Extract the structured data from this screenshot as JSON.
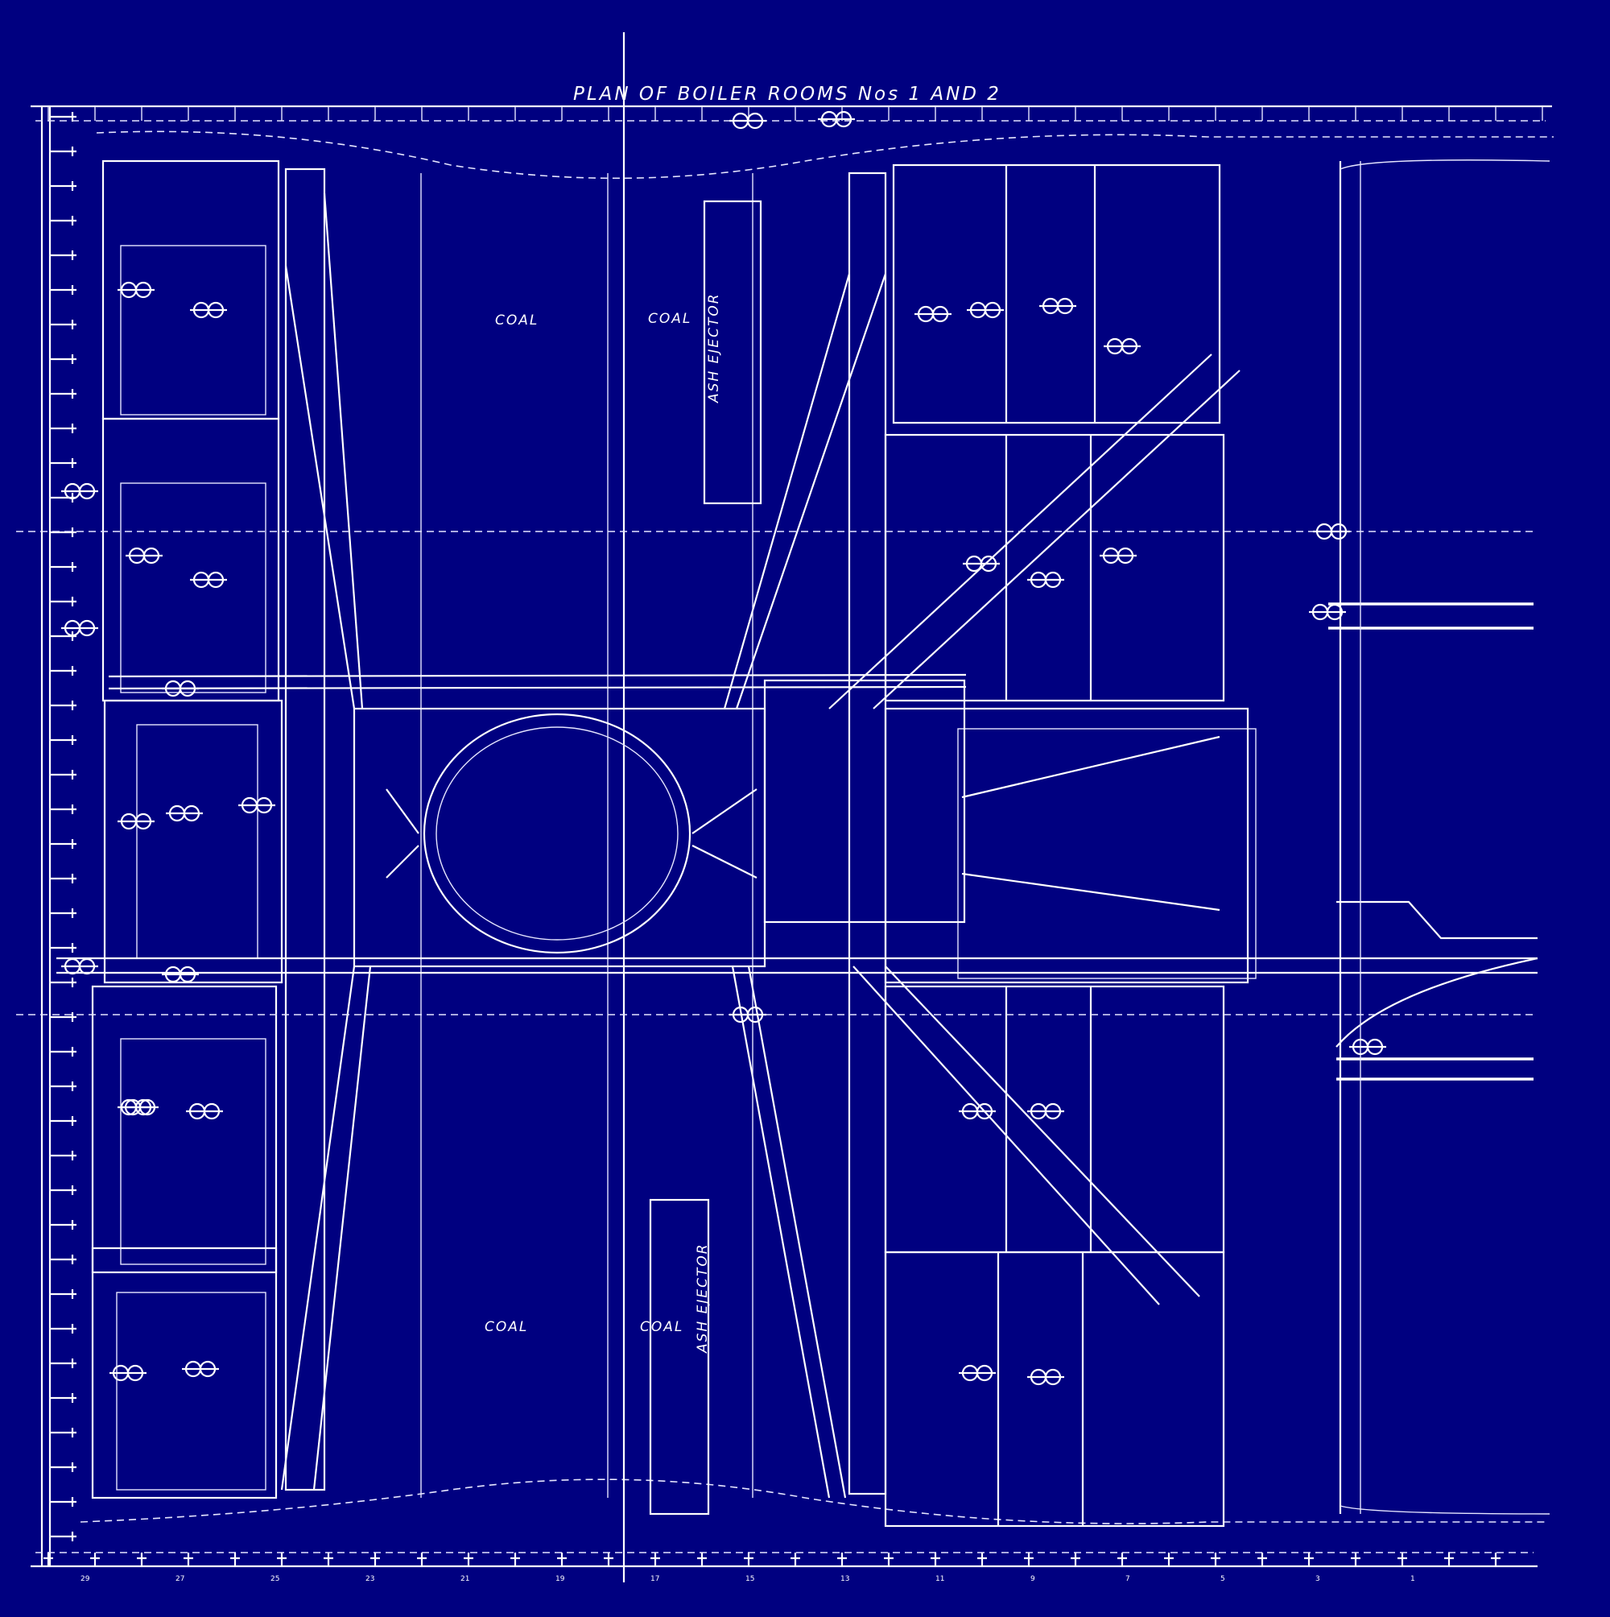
{
  "title": "PLAN OF BOILER ROOMS  Nos 1 AND 2",
  "labels": {
    "coal_top_left": "COAL",
    "coal_top_right": "COAL",
    "ash_ejector_top": "ASH EJECTOR",
    "coal_bottom_left": "COAL",
    "coal_bottom_right": "COAL",
    "ash_ejector_bottom": "ASH EJECTOR"
  },
  "frame_numbers": [
    "29",
    "27",
    "25",
    "23",
    "21",
    "19",
    "17",
    "15",
    "13",
    "11",
    "9",
    "7",
    "5",
    "3",
    "1"
  ],
  "colors": {
    "background": "#000080",
    "lines": "#ffffff"
  }
}
